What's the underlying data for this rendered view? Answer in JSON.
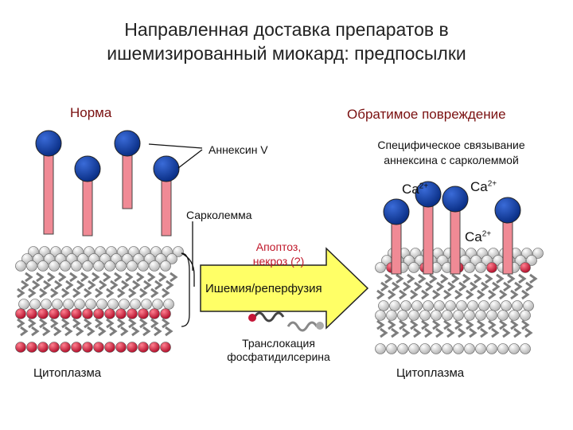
{
  "title": {
    "line1": "Направленная доставка препаратов в",
    "line2": "ишемизированный миокард: предпосылки"
  },
  "left_header": "Норма",
  "right_header": "Обратимое повреждение",
  "labels": {
    "annexin": "Аннексин V",
    "specific_binding_1": "Специфическое связывание",
    "specific_binding_2": "аннексина с сарколеммой",
    "sarcolemma": "Сарколемма",
    "apoptosis_1": "Апоптоз,",
    "apoptosis_2": "некроз (?)",
    "ischemia": "Ишемия/реперфузия",
    "translocation_1": "Транслокация",
    "translocation_2": "фосфатидилсерина",
    "cytoplasm_left": "Цитоплазма",
    "cytoplasm_right": "Цитоплазма",
    "ca_base": "Ca",
    "ca_sup": "2+"
  },
  "colors": {
    "pin_head": "#0d3a9a",
    "pin_stem": "#f08a95",
    "lipid_red": "#d4163a",
    "arrow_fill": "#ffff66",
    "header_red": "#7a1010"
  }
}
